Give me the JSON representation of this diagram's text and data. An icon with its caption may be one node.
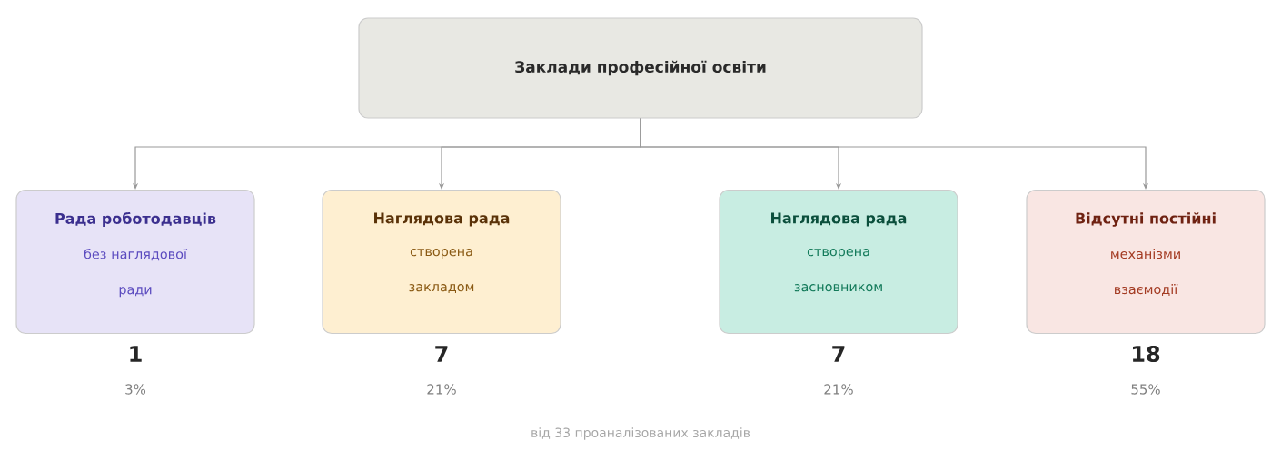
{
  "diagram": {
    "caption": "від 33 проаналізованих закладів",
    "nodes": [
      {
        "text": [
          "Заклади професійної освіти"
        ]
      },
      {
        "text": [
          "Рада роботодавців",
          "без наглядової ради"
        ],
        "beside": [
          "1",
          "3%"
        ]
      },
      {
        "text": [
          "Наглядова рада",
          "створена закладом"
        ],
        "beside": [
          "7",
          "21%"
        ]
      },
      {
        "text": [
          "Наглядова рада",
          "створена засновником"
        ],
        "beside": [
          "7",
          "21%"
        ]
      },
      {
        "text": [
          "Відсутні постійні",
          "механізми взаємодії"
        ],
        "beside": [
          "18",
          "55%"
        ]
      }
    ],
    "edges": [
      {
        "from": 0,
        "to": 1,
        "arrow": "to"
      },
      {
        "from": 0,
        "to": 2,
        "arrow": "to"
      },
      {
        "from": 0,
        "to": 3,
        "arrow": "to"
      },
      {
        "from": 0,
        "to": 4,
        "arrow": "to"
      }
    ]
  }
}
